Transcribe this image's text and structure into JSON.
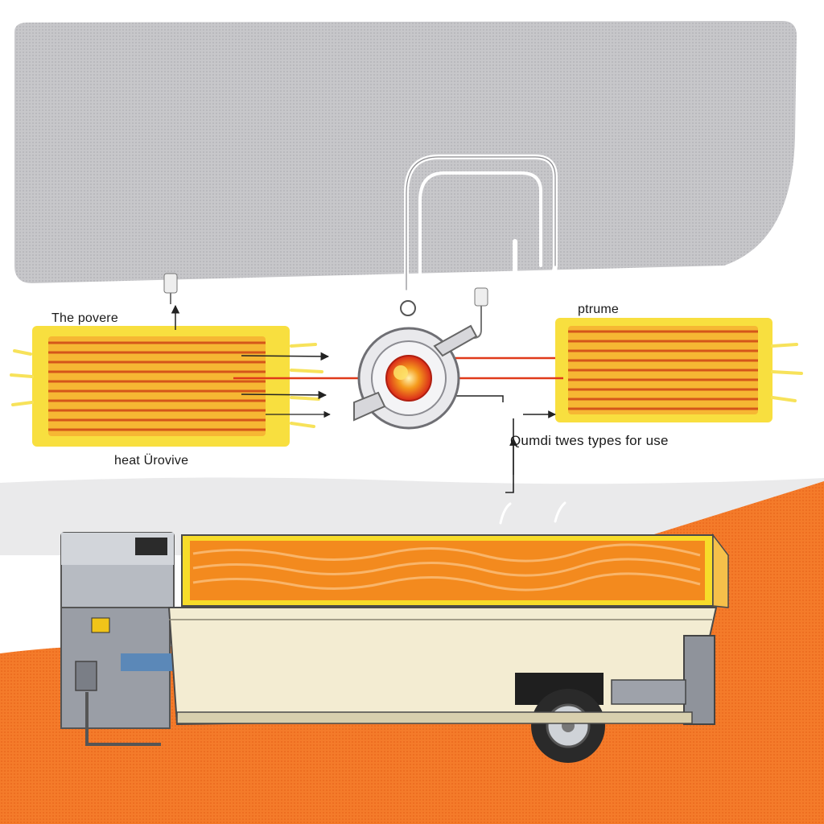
{
  "labels": {
    "top_left": "The povere",
    "bottom_left": "heat Ürovive",
    "top_right": "ptrume",
    "right_caption": "Qumdi twes types for use"
  },
  "colors": {
    "panel_gray": "#bdbdc0",
    "heat_yellow": "#f7dc2a",
    "heat_orange": "#f38a1e",
    "heat_red": "#e03a1a",
    "ground_orange": "#f47b2a",
    "trailer_cream": "#f3ecd2",
    "housing_gray": "#9a9ea6"
  },
  "icons": {
    "heat_source": "furnace-burner-icon",
    "arrows": "arrow-right-icon"
  }
}
